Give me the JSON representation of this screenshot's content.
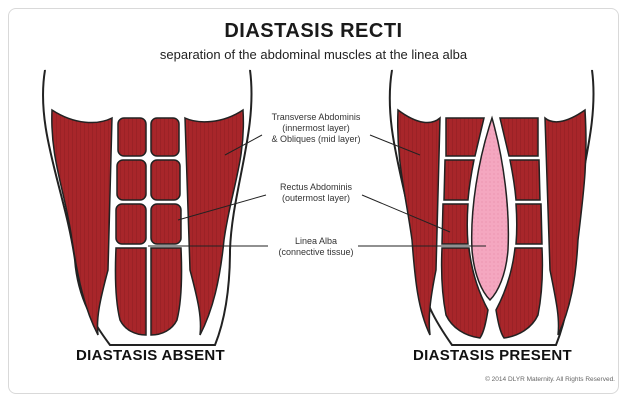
{
  "title": "DIASTASIS RECTI",
  "subtitle": "separation of the abdominal muscles at the linea alba",
  "labels": {
    "transverse_line1": "Transverse Abdominis",
    "transverse_line2": "(innermost layer)",
    "transverse_line3": "& Obliques (mid layer)",
    "rectus_line1": "Rectus Abdominis",
    "rectus_line2": "(outermost layer)",
    "linea_line1": "Linea Alba",
    "linea_line2": "(connective tissue)"
  },
  "captions": {
    "left": "DIASTASIS ABSENT",
    "right": "DIASTASIS PRESENT"
  },
  "copyright": "© 2014 DLYR Maternity. All Rights Reserved.",
  "colors": {
    "muscle": "#a8262a",
    "muscle_dark": "#7e1a1e",
    "linea_alba_separated": "#f4a7c0",
    "outline": "#222222"
  }
}
